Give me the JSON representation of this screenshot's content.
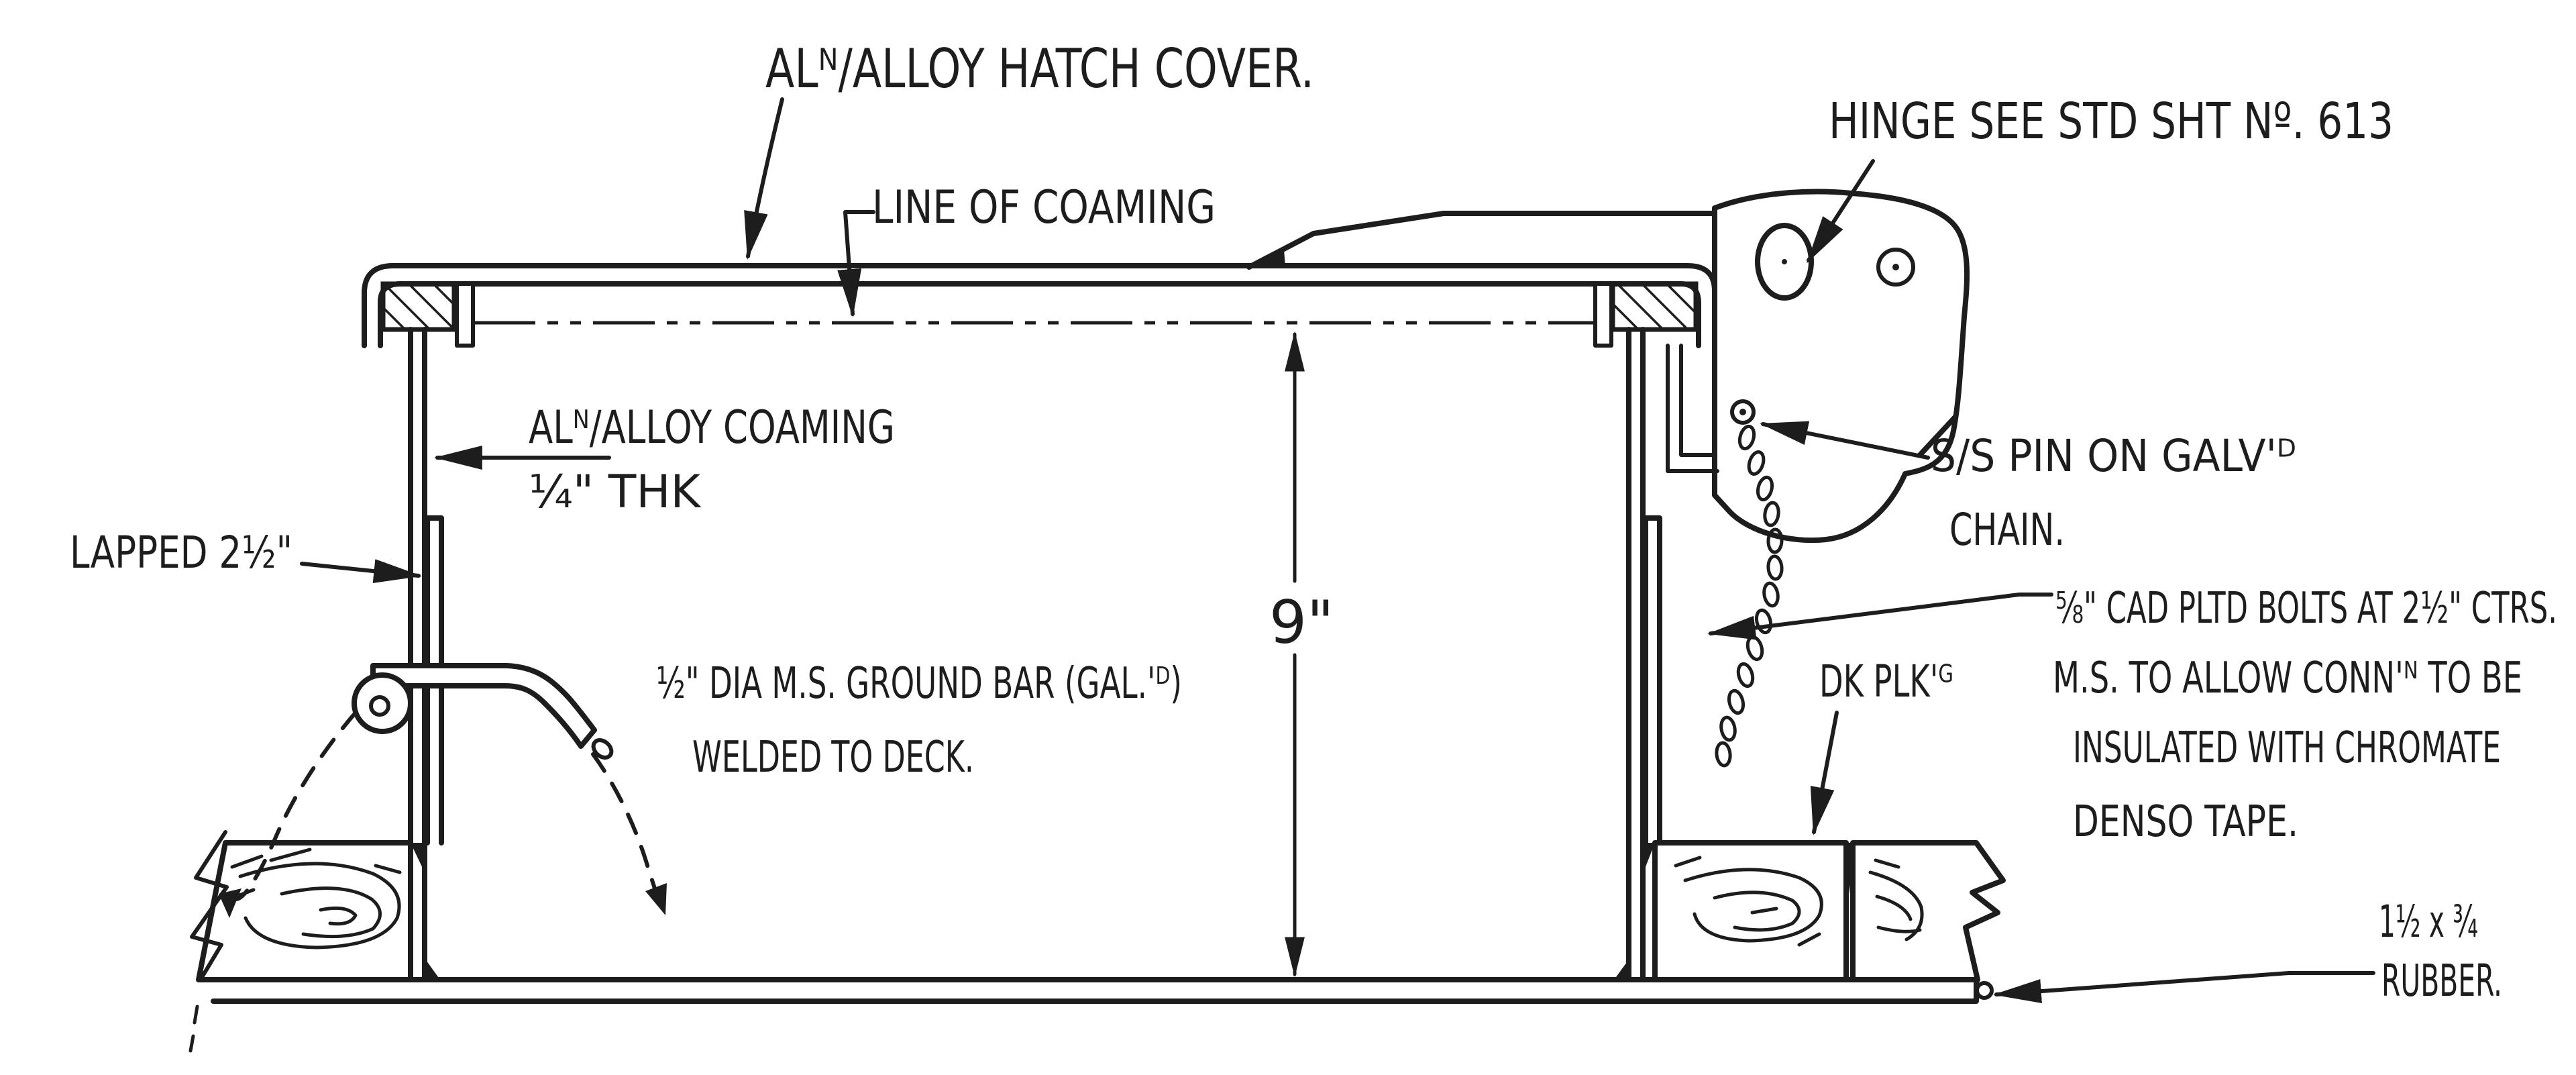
{
  "document": {
    "type": "hand-drawn engineering section detail",
    "background_color": "#ffffff",
    "ink_color": "#1d1d1d"
  },
  "labels": {
    "hatch_cover": "ALᴺ/ALLOY HATCH COVER.",
    "hinge_note": "HINGE SEE STD SHT Nº. 613",
    "line_of_coaming": "LINE OF COAMING",
    "coaming_material": "ALᴺ/ALLOY COAMING",
    "coaming_thickness": "¼\" THK",
    "lapped": "LAPPED 2½\"",
    "pin_note_line1": "S/S PIN ON GALV'ᴰ",
    "pin_note_line2": "CHAIN.",
    "coaming_height_dim": "9\"",
    "bolts_note_line1": "⅝\" CAD PLTD BOLTS AT 2½\" CTRS.",
    "bolts_note_line2": "M.S. TO ALLOW CONN'ᴺ TO BE",
    "bolts_note_line3": "INSULATED WITH CHROMATE",
    "bolts_note_line4": "DENSO TAPE.",
    "ground_bar_line1": "½\" DIA M.S. GROUND BAR (GAL.'ᴰ)",
    "ground_bar_line2": "WELDED TO DECK.",
    "deck_planking": "DK PLK'ᴳ",
    "rubber_size": "1½ x ¾",
    "rubber_name": "RUBBER."
  }
}
